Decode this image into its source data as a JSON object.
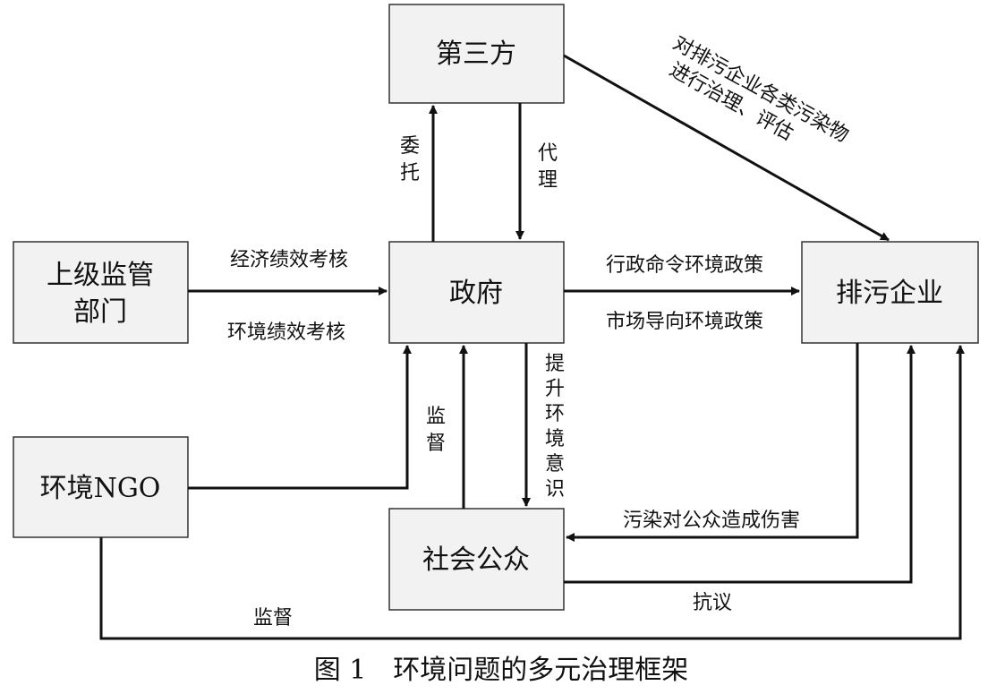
{
  "colors": {
    "node_fill": "#f2f2f2",
    "node_stroke": "#333333",
    "line": "#111111"
  },
  "nodes": {
    "third_party": "第三方",
    "gov": "政府",
    "superior_line1": "上级监管",
    "superior_line2": "部门",
    "polluter": "排污企业",
    "ngo": "环境NGO",
    "public": "社会公众"
  },
  "edges": {
    "entrust": "委托",
    "agent": "代理",
    "eval_line1": "对排污企业各类污染物",
    "eval_line2": "进行治理、评估",
    "econ_assess": "经济绩效考核",
    "env_assess": "环境绩效考核",
    "admin_policy": "行政命令环境政策",
    "market_policy": "市场导向环境政策",
    "supervise_public": "监督",
    "raise_awareness": "提升环境意识",
    "harm": "污染对公众造成伤害",
    "protest": "抗议",
    "supervise_ngo": "监督"
  },
  "caption": "图 1　环境问题的多元治理框架"
}
